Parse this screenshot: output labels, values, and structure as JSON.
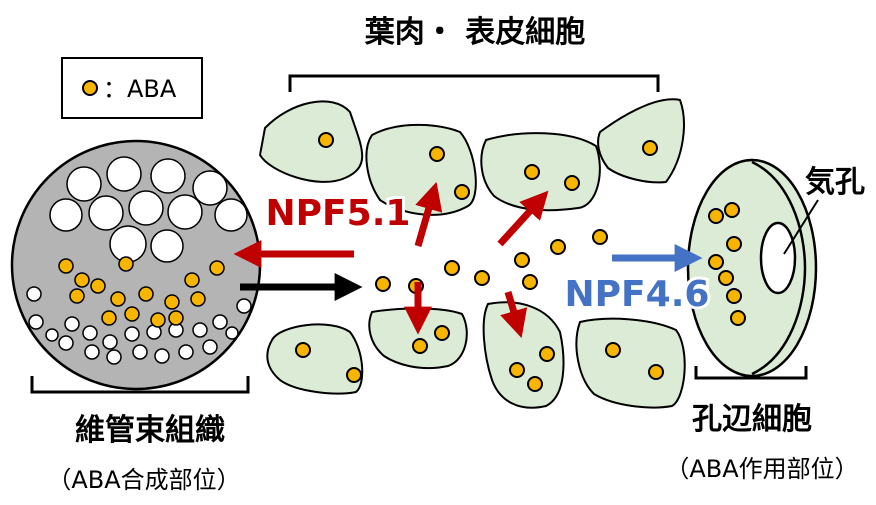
{
  "legend": {
    "label": "：ABA"
  },
  "labels": {
    "mesophyll": "葉肉・ 表皮細胞",
    "stoma": "気孔",
    "vascular": "維管束組織",
    "vascular_sub": "（ABA合成部位）",
    "guard": "孔辺細胞",
    "guard_sub": "（ABA作用部位）"
  },
  "transporters": {
    "export": "NPF5.1",
    "import": "NPF4.6"
  },
  "colors": {
    "aba": "#F7B500",
    "cell_fill": "#DCEBD5",
    "vascular_fill": "#B4B4B4",
    "red_arrow": "#C00000",
    "blue_arrow": "#4472C4",
    "black_arrow": "#000000"
  }
}
